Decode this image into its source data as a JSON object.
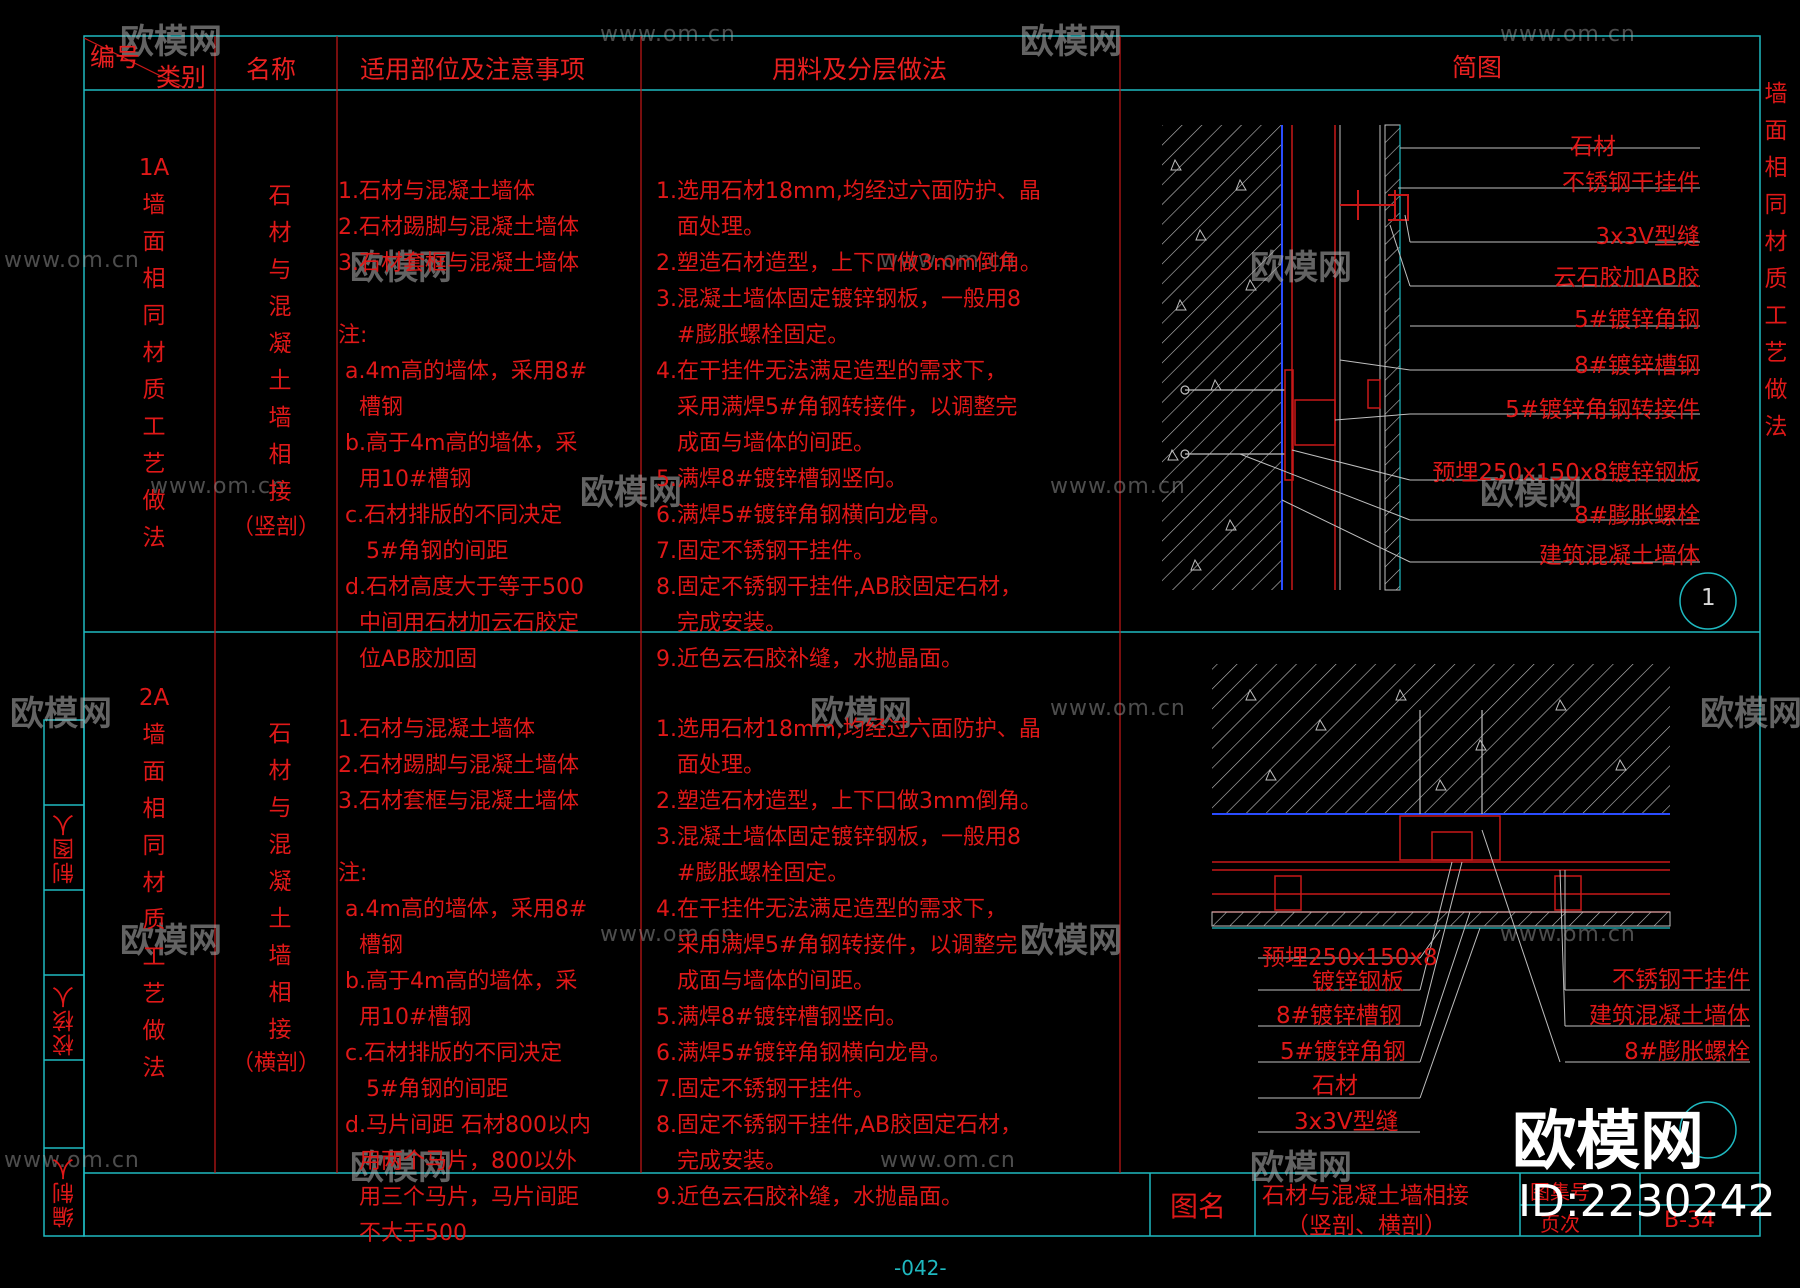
{
  "header": {
    "col_no": "编号",
    "col_cat": "类别",
    "col_name": "名称",
    "col_scope": "适用部位及注意事项",
    "col_method": "用料及分层做法",
    "col_sketch": "简图"
  },
  "row1": {
    "code": "1A",
    "category": [
      "墙",
      "面",
      "相",
      "同",
      "材",
      "质",
      "工",
      "艺",
      "做",
      "法"
    ],
    "name": [
      "石",
      "材",
      "与",
      "混",
      "凝",
      "土",
      "墙",
      "相",
      "接"
    ],
    "name_sub": "（竖剖）",
    "scope": [
      "1.石材与混凝土墙体",
      "2.石材踢脚与混凝土墙体",
      "3.石材套框与混凝土墙体",
      "",
      "注:",
      " a.4m高的墙体，采用8#",
      "   槽钢",
      " b.高于4m高的墙体，采",
      "   用10#槽钢",
      " c.石材排版的不同决定",
      "    5#角钢的间距",
      " d.石材高度大于等于500",
      "   中间用石材加云石胶定",
      "   位AB胶加固"
    ],
    "method": [
      "1.选用石材18mm,均经过六面防护、晶",
      "   面处理。",
      "2.塑造石材造型，上下口做3mm倒角。",
      "3.混凝土墙体固定镀锌钢板，一般用8",
      "   #膨胀螺栓固定。",
      "4.在干挂件无法满足造型的需求下，",
      "   采用满焊5#角钢转接件，以调整完",
      "   成面与墙体的间距。",
      "5.满焊8#镀锌槽钢竖向。",
      "6.满焊5#镀锌角钢横向龙骨。",
      "7.固定不锈钢干挂件。",
      "8.固定不锈钢干挂件,AB胶固定石材，",
      "   完成安装。",
      "9.近色云石胶补缝，水抛晶面。"
    ],
    "labels": [
      "石材",
      "不锈钢干挂件",
      "3x3V型缝",
      "云石胶加AB胶",
      "5#镀锌角钢",
      "8#镀锌槽钢",
      "5#镀锌角钢转接件",
      "预埋250x150x8镀锌钢板",
      "8#膨胀螺栓",
      "建筑混凝土墙体"
    ],
    "detail_no": "1"
  },
  "row2": {
    "code": "2A",
    "category": [
      "墙",
      "面",
      "相",
      "同",
      "材",
      "质",
      "工",
      "艺",
      "做",
      "法"
    ],
    "name": [
      "石",
      "材",
      "与",
      "混",
      "凝",
      "土",
      "墙",
      "相",
      "接"
    ],
    "name_sub": "（横剖）",
    "scope": [
      "1.石材与混凝土墙体",
      "2.石材踢脚与混凝土墙体",
      "3.石材套框与混凝土墙体",
      "",
      "注:",
      " a.4m高的墙体，采用8#",
      "   槽钢",
      " b.高于4m高的墙体，采",
      "   用10#槽钢",
      " c.石材排版的不同决定",
      "    5#角钢的间距",
      " d.马片间距 石材800以内",
      "   用两个马片，800以外",
      "   用三个马片，马片间距",
      "   不大于500"
    ],
    "method": [
      "1.选用石材18mm,均经过六面防护、晶",
      "   面处理。",
      "2.塑造石材造型，上下口做3mm倒角。",
      "3.混凝土墙体固定镀锌钢板，一般用8",
      "   #膨胀螺栓固定。",
      "4.在干挂件无法满足造型的需求下，",
      "   采用满焊5#角钢转接件，以调整完",
      "   成面与墙体的间距。",
      "5.满焊8#镀锌槽钢竖向。",
      "6.满焊5#镀锌角钢横向龙骨。",
      "7.固定不锈钢干挂件。",
      "8.固定不锈钢干挂件,AB胶固定石材，",
      "   完成安装。",
      "9.近色云石胶补缝，水抛晶面。"
    ],
    "labels_left": [
      "预埋250x150x8",
      "镀锌钢板",
      "8#镀锌槽钢",
      "5#镀锌角钢",
      "石材",
      "3x3V型缝"
    ],
    "labels_right": [
      "不锈钢干挂件",
      "建筑混凝土墙体",
      "8#膨胀螺栓"
    ]
  },
  "right_margin_title": [
    "墙",
    "面",
    "相",
    "同",
    "材",
    "质",
    "工",
    "艺",
    "做",
    "法"
  ],
  "left_strip": [
    "制图人",
    "校核人",
    "编制人"
  ],
  "title_block": {
    "label": "图名",
    "title_line1": "石材与混凝土墙相接",
    "title_line2": "（竖剖、横剖）",
    "cell_a": "图集号",
    "cell_b": "页次",
    "cell_c": "B-34"
  },
  "page_number": "-042-",
  "watermarks": {
    "brand_text": "欧模网",
    "url_text": "www.om.cn"
  },
  "brand": {
    "logo": "欧模网",
    "id": "ID:2230242"
  },
  "colors": {
    "background": "#000000",
    "frame": "#1fb9c0",
    "text": "#e01818",
    "blue_line": "#2a4cff"
  }
}
